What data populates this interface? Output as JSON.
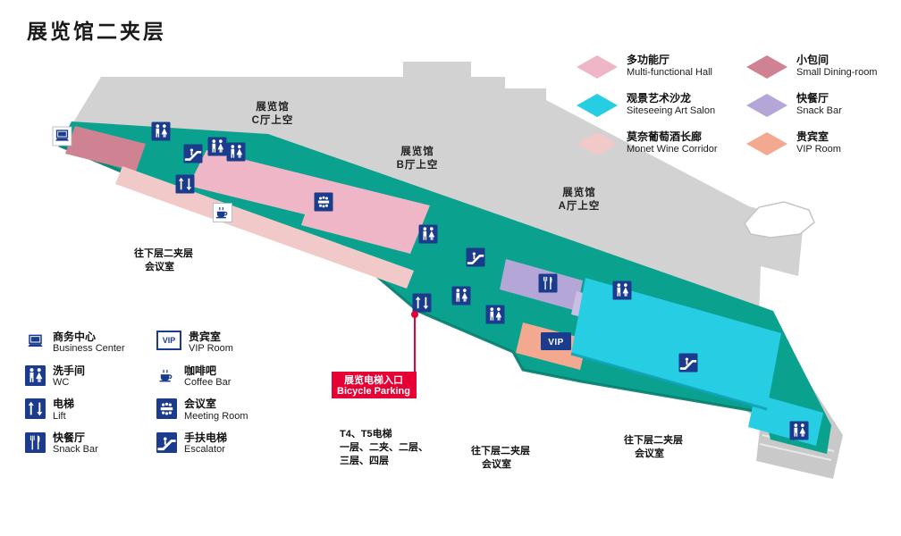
{
  "title": "展览馆二夹层",
  "legend": {
    "items": [
      {
        "cn": "多功能厅",
        "en": "Multi-functional Hall",
        "color": "#eeb6c6"
      },
      {
        "cn": "小包间",
        "en": "Small Dining-room",
        "color": "#ce8292"
      },
      {
        "cn": "观景艺术沙龙",
        "en": "Siteseeing Art Salon",
        "color": "#27cde2"
      },
      {
        "cn": "快餐厅",
        "en": "Snack Bar",
        "color": "#b4a7d7"
      },
      {
        "cn": "莫奈葡萄酒长廊",
        "en": "Monet Wine Corridor",
        "color": "#f2c9c9"
      },
      {
        "cn": "贵宾室",
        "en": "VIP Room",
        "color": "#f2a98f"
      }
    ]
  },
  "facilities": {
    "items": [
      {
        "icon": "business-center-icon",
        "cn": "商务中心",
        "en": "Business Center"
      },
      {
        "icon": "vip-icon",
        "cn": "贵宾室",
        "en": "VIP Room"
      },
      {
        "icon": "wc-icon",
        "cn": "洗手间",
        "en": "WC"
      },
      {
        "icon": "coffee-icon",
        "cn": "咖啡吧",
        "en": "Coffee Bar"
      },
      {
        "icon": "lift-icon",
        "cn": "电梯",
        "en": "Lift"
      },
      {
        "icon": "meeting-room-icon",
        "cn": "会议室",
        "en": "Meeting Room"
      },
      {
        "icon": "snack-bar-icon",
        "cn": "快餐厅",
        "en": "Snack Bar"
      },
      {
        "icon": "escalator-icon",
        "cn": "手扶电梯",
        "en": "Escalator"
      }
    ]
  },
  "map": {
    "halls": [
      {
        "line1": "展览馆",
        "line2": "C厅上空"
      },
      {
        "line1": "展览馆",
        "line2": "B厅上空"
      },
      {
        "line1": "展览馆",
        "line2": "A厅上空"
      }
    ],
    "vip_label": "VIP",
    "red_callout": {
      "cn": "展览电梯入口",
      "en": "Bicycle Parking"
    },
    "annotations": [
      {
        "line1": "往下层二夹层",
        "line2": "会议室"
      },
      {
        "line1": "T4、T5电梯",
        "line2": "一层、二夹、二层、",
        "line3": "三层、四层"
      },
      {
        "line1": "往下层二夹层",
        "line2": "会议室"
      },
      {
        "line1": "往下层二夹层",
        "line2": "会议室"
      }
    ]
  },
  "colors": {
    "floor_teal": "#0aa28e",
    "teal_edge": "#067d6e",
    "hall_gray": "#d2d2d2",
    "apron_gray": "#c9c9c9",
    "navy": "#1b3c8c",
    "red": "#e60033",
    "pink": "#eeb6c6",
    "light_pink": "#f2c9c9",
    "rose": "#ce8292",
    "lavender": "#b4a7d7",
    "lavender_light": "#c9bfe5",
    "salmon": "#f2a98f",
    "cyan": "#27cde2",
    "cyan_edge": "#0fa3b8"
  }
}
